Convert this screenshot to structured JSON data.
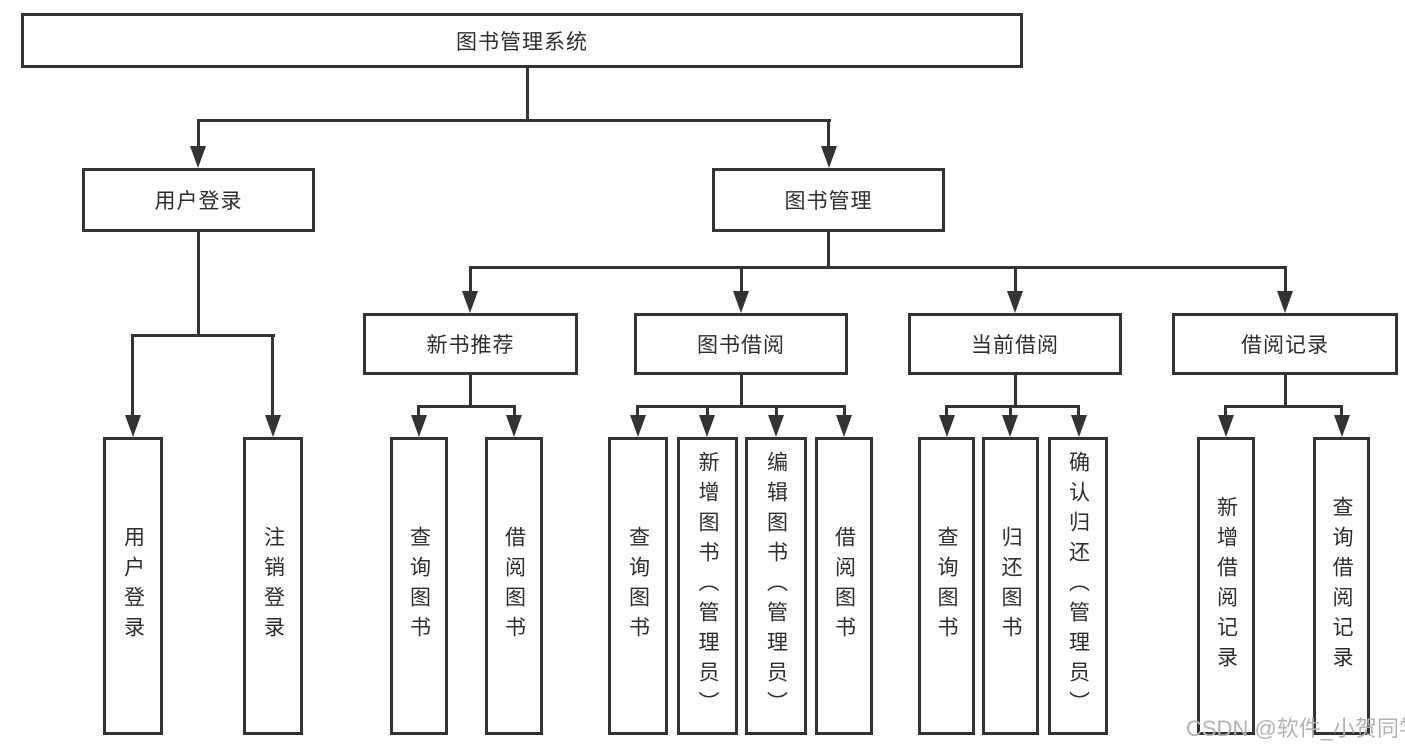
{
  "diagram": {
    "root": "图书管理系统",
    "branches": [
      {
        "label": "用户登录",
        "leaves": [
          "用户登录",
          "注销登录"
        ]
      },
      {
        "label": "图书管理",
        "groups": [
          {
            "label": "新书推荐",
            "leaves": [
              "查询图书",
              "借阅图书"
            ]
          },
          {
            "label": "图书借阅",
            "leaves": [
              "查询图书",
              "新增图书（管理员）",
              "编辑图书（管理员）",
              "借阅图书"
            ]
          },
          {
            "label": "当前借阅",
            "leaves": [
              "查询图书",
              "归还图书",
              "确认归还（管理员）"
            ]
          },
          {
            "label": "借阅记录",
            "leaves": [
              "新增借阅记录",
              "查询借阅记录"
            ]
          }
        ]
      }
    ]
  },
  "watermark": {
    "text": "CSDN @软件_小贺同学"
  },
  "colors": {
    "line": "#333333",
    "text": "#2e2e2e",
    "watermark": "#b3b3b3",
    "background": "#ffffff"
  }
}
